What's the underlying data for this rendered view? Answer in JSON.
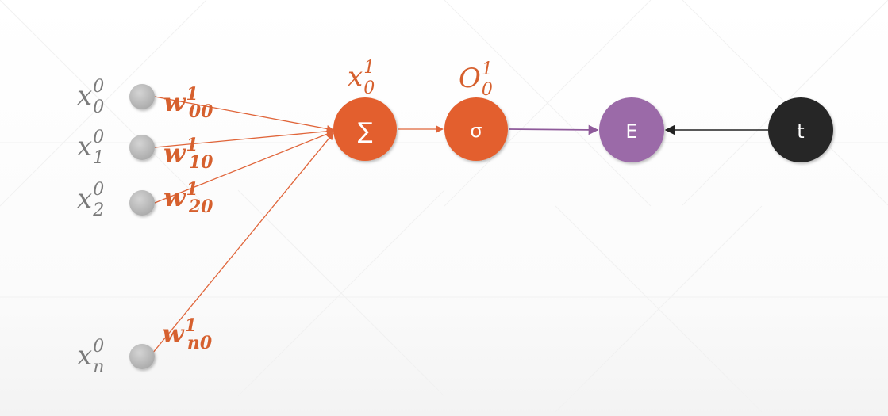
{
  "colors": {
    "orange": "#E35F2D",
    "purple": "#9B6AA8",
    "dark": "#262626",
    "gray_input": "#B9B9B9",
    "gray_text": "#7A7A7A",
    "weight_text": "#D6602E"
  },
  "inputs": [
    {
      "base": "x",
      "sub": "0",
      "sup": "0"
    },
    {
      "base": "x",
      "sub": "1",
      "sup": "0"
    },
    {
      "base": "x",
      "sub": "2",
      "sup": "0"
    },
    {
      "base": "x",
      "sub": "n",
      "sup": "0"
    }
  ],
  "weights": [
    {
      "base": "w",
      "sub": "00",
      "sup": "1"
    },
    {
      "base": "w",
      "sub": "10",
      "sup": "1"
    },
    {
      "base": "w",
      "sub": "20",
      "sup": "1"
    },
    {
      "base": "w",
      "sub": "n0",
      "sup": "1"
    }
  ],
  "sum_node": {
    "symbol": "∑",
    "label": {
      "base": "x",
      "sub": "0",
      "sup": "1"
    }
  },
  "sigma_node": {
    "symbol": "σ",
    "label": {
      "base": "O",
      "sub": "0",
      "sup": "1"
    }
  },
  "error_node": {
    "symbol": "E"
  },
  "target_node": {
    "symbol": "t"
  }
}
